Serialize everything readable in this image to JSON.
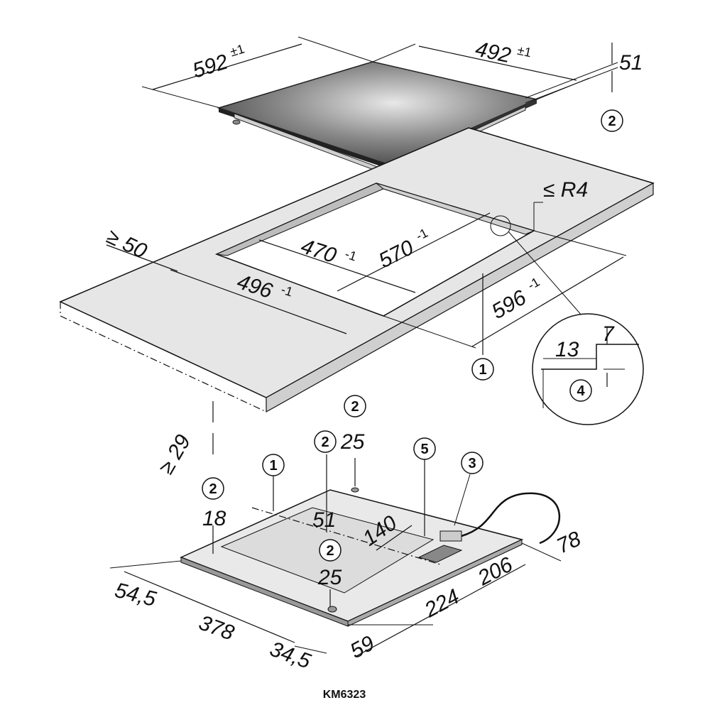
{
  "model": "KM6323",
  "cooktop": {
    "width": "592",
    "width_tol": "±1",
    "depth": "492",
    "depth_tol": "±1",
    "height": "51",
    "callout": "2"
  },
  "worktop": {
    "radius": "≤ R4",
    "min_back": "≥ 50",
    "cutout_depth": "470",
    "cutout_depth_tol": "-1",
    "cutout_width": "570",
    "cutout_width_tol": "-1",
    "outer_depth": "496",
    "outer_depth_tol": "-1",
    "outer_width": "596",
    "outer_width_tol": "-1",
    "callout": "1",
    "min_thickness": "≥ 29"
  },
  "detail": {
    "width": "13",
    "height": "7",
    "callout": "4"
  },
  "underside": {
    "callout_2a": "2",
    "dim_25a": "25",
    "callout_2b": "2",
    "dim_51": "51",
    "callout_1": "1",
    "callout_5": "5",
    "callout_3": "3",
    "callout_2c": "2",
    "dim_18": "18",
    "dim_140": "140",
    "callout_2d": "2",
    "dim_25b": "25",
    "dim_78": "78",
    "dim_206": "206",
    "dim_224": "224",
    "dim_54_5": "54,5",
    "dim_378": "378",
    "dim_34_5": "34,5",
    "dim_59": "59"
  }
}
